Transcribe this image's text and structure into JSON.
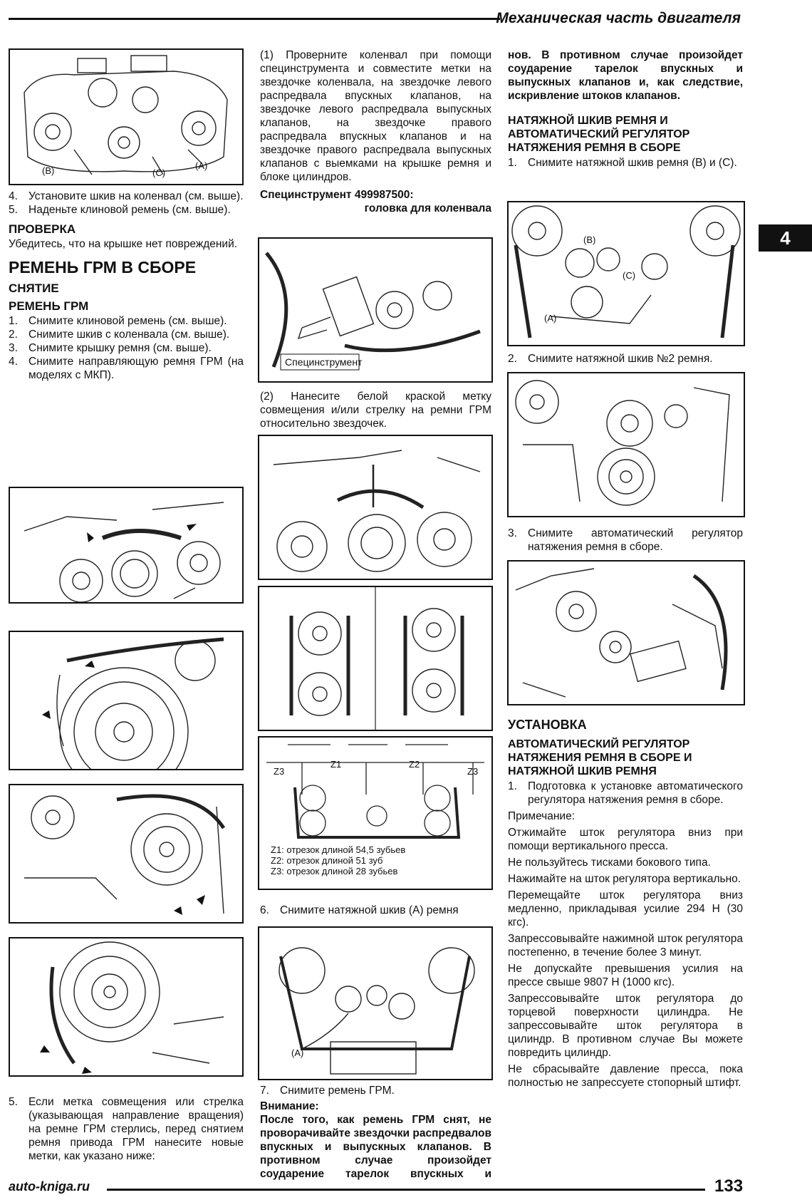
{
  "header": {
    "title": "Механическая часть двигателя",
    "tab": "4"
  },
  "footer": {
    "site": "auto-kniga.ru",
    "page": "133"
  },
  "col1": {
    "fig1_labels": {
      "b": "(B)",
      "c": "(C)",
      "a": "(A)"
    },
    "steps_a": [
      {
        "n": "4.",
        "t": "Установите шкив на коленвал (см. выше)."
      },
      {
        "n": "5.",
        "t": "Наденьте клиновой ремень (см. выше)."
      }
    ],
    "check_title": "ПРОВЕРКА",
    "check_text": "Убедитесь, что на крышке нет повреждений.",
    "section_title": "РЕМЕНЬ ГРМ В СБОРЕ",
    "removal_title": "СНЯТИЕ",
    "belt_title": "РЕМЕНЬ ГРМ",
    "steps_b": [
      {
        "n": "1.",
        "t": "Снимите клиновой ремень (см. выше)."
      },
      {
        "n": "2.",
        "t": "Снимите шкив с коленвала (см. выше)."
      },
      {
        "n": "3.",
        "t": "Снимите крышку ремня (см. выше)."
      },
      {
        "n": "4.",
        "t": "Снимите направляющую ремня ГРМ (на моделях с МКП)."
      }
    ],
    "step5": {
      "n": "5.",
      "t": "Если метка совмещения или стрелка (указывающая направление вращения) на ремне ГРМ стерлись, перед снятием ремня привода ГРМ нанесите новые метки, как указано ниже:"
    }
  },
  "col2": {
    "para1": "(1) Проверните коленвал при помощи специнструмента и совместите метки на звездочке коленвала, на звездочке левого распредвала впускных клапанов, на звездочке левого распредвала выпускных клапанов, на звездочке правого распредвала впускных клапанов и на звездочке правого распредвала выпускных клапанов с выемками на крышке ремня и блоке цилиндров.",
    "tool_line1": "Специнструмент 499987500:",
    "tool_line2": "головка для коленвала",
    "tool_label": "Специнструмент",
    "para2": "(2) Нанесите белой краской метку совмещения и/или стрелку на ремни ГРМ относительно звездочек.",
    "z_labels": {
      "z3a": "Z3",
      "z1": "Z1",
      "z2": "Z2",
      "z3b": "Z3"
    },
    "legend": [
      "Z1: отрезок длиной 54,5 зубьев",
      "Z2: отрезок длиной 51 зуб",
      "Z3: отрезок длиной 28 зубьев"
    ],
    "step6": {
      "n": "6.",
      "t": "Снимите натяжной шкив (A) ремня"
    },
    "fig_a_label": "(A)",
    "step7": {
      "n": "7.",
      "t": "Снимите ремень ГРМ."
    },
    "warn_title": "Внимание:",
    "warn_text": "После того, как ремень ГРМ снят, не проворачивайте звездочки распредвалов впускных и выпускных клапанов. В противном случае произойдет соударение тарелок впускных и выпускных клапанов и, как следствие, искривление штоков клапанов."
  },
  "col3": {
    "warn_cont": "нов. В противном случае произойдет соударение тарелок впускных и выпускных клапанов и, как следствие, искривление штоков клапанов.",
    "tens_title": "НАТЯЖНОЙ ШКИВ РЕМНЯ И АВТОМАТИЧЕСКИЙ РЕГУЛЯТОР НАТЯЖЕНИЯ РЕМНЯ В СБОРЕ",
    "step1": {
      "n": "1.",
      "t": "Снимите натяжной шкив ремня (B) и (C)."
    },
    "fig_labels": {
      "b": "(B)",
      "c": "(C)",
      "a": "(A)"
    },
    "step2": {
      "n": "2.",
      "t": "Снимите натяжной шкив №2 ремня."
    },
    "step3": {
      "n": "3.",
      "t": "Снимите автоматический регулятор натяжения ремня в сборе."
    },
    "install_title": "УСТАНОВКА",
    "install_sub": "АВТОМАТИЧЕСКИЙ РЕГУЛЯТОР НАТЯЖЕНИЯ РЕМНЯ В СБОРЕ И НАТЯЖНОЙ ШКИВ РЕМНЯ",
    "istep1": {
      "n": "1.",
      "t": "Подготовка к установке автоматического регулятора натяжения ремня в сборе."
    },
    "notes": [
      "Примечание:",
      "Отжимайте шток регулятора вниз при помощи вертикального пресса.",
      "Не пользуйтесь тисками бокового типа.",
      "Нажимайте на шток регулятора вертикально.",
      "Перемещайте шток регулятора вниз медленно, прикладывая усилие 294 Н (30 кгс).",
      "Запрессовывайте нажимной шток регулятора постепенно, в течение более 3 минут.",
      "Не допускайте превышения усилия на прессе свыше 9807 Н (1000 кгс).",
      "Запрессовывайте шток регулятора до торцевой поверхности цилиндра. Не запрессовывайте шток регулятора в цилиндр. В противном случае Вы можете повредить цилиндр.",
      "Не сбрасывайте давление пресса, пока полностью не запрессуете стопорный штифт."
    ]
  }
}
